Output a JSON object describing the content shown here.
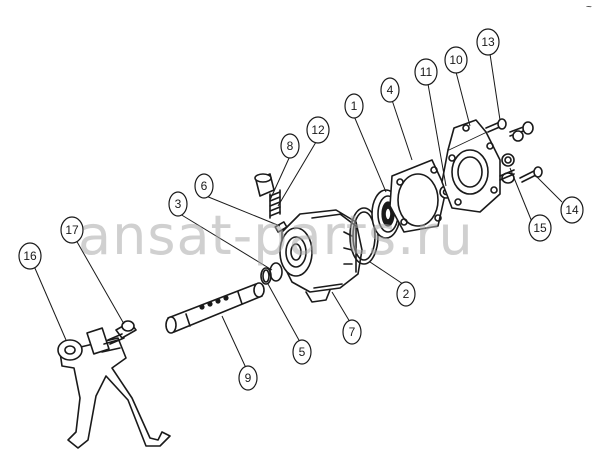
{
  "watermark": "ansat-parts.ru",
  "corner_mark": "~",
  "callouts": [
    {
      "label": "1"
    },
    {
      "label": "2"
    },
    {
      "label": "3"
    },
    {
      "label": "4"
    },
    {
      "label": "5"
    },
    {
      "label": "6"
    },
    {
      "label": "7"
    },
    {
      "label": "8"
    },
    {
      "label": "9"
    },
    {
      "label": "10"
    },
    {
      "label": "11"
    },
    {
      "label": "12"
    },
    {
      "label": "13"
    },
    {
      "label": "14"
    },
    {
      "label": "15"
    },
    {
      "label": "16"
    },
    {
      "label": "17"
    }
  ]
}
